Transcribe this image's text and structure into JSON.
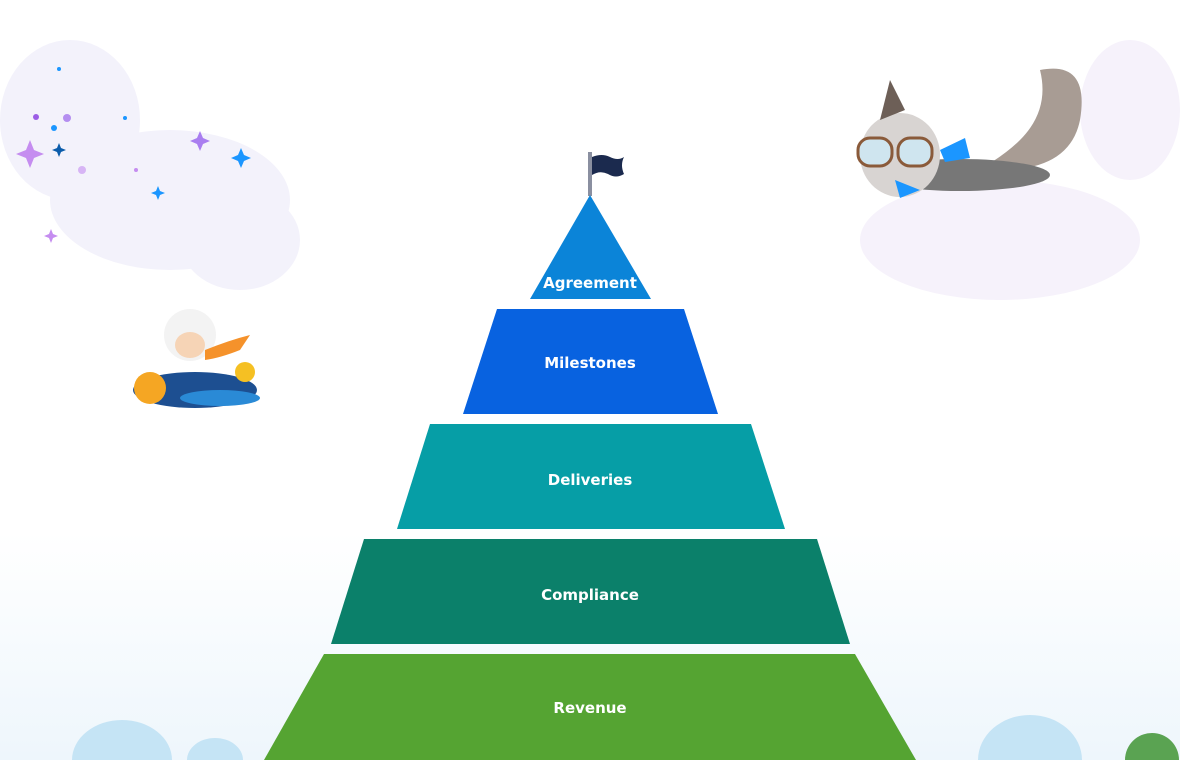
{
  "pyramid": {
    "tiers": [
      {
        "label": "Agreement",
        "color": "#0b84d8"
      },
      {
        "label": "Milestones",
        "color": "#0862e0"
      },
      {
        "label": "Deliveries",
        "color": "#069ea6"
      },
      {
        "label": "Compliance",
        "color": "#0b806a"
      },
      {
        "label": "Revenue",
        "color": "#55a432"
      }
    ],
    "flag_color": "#1b2a4e"
  }
}
